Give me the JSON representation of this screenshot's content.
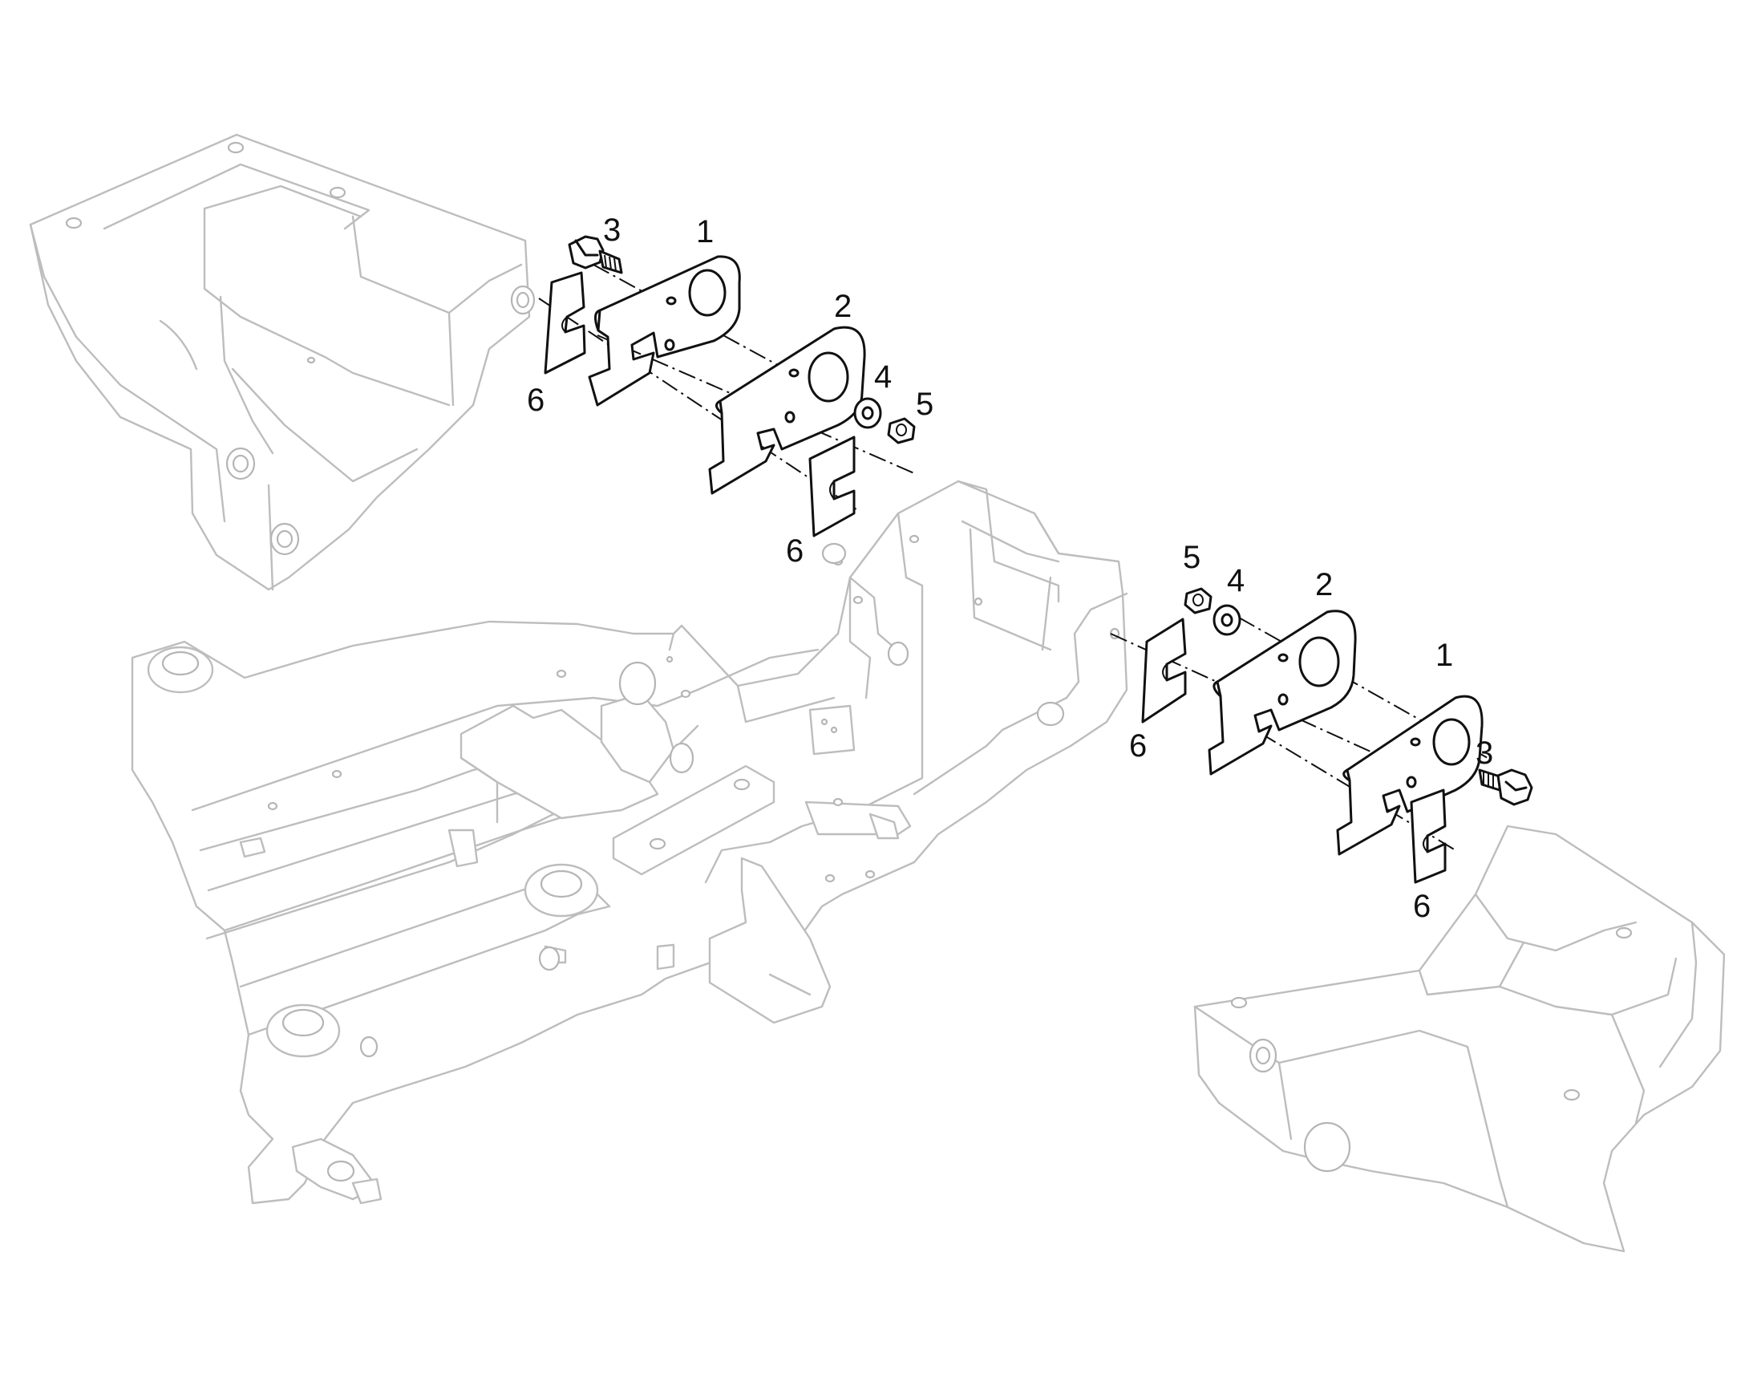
{
  "colors": {
    "outline": "#bdbdbd",
    "part": "#111111",
    "background": "#ffffff"
  },
  "callouts": {
    "left": {
      "plate": "1",
      "spacer": "2",
      "bolt": "3",
      "washer": "4",
      "nut": "5",
      "shim_outer": "6",
      "shim_inner": "6"
    },
    "right": {
      "plate": "1",
      "spacer": "2",
      "bolt": "3",
      "washer": "4",
      "nut": "5",
      "shim_inner": "6",
      "shim_outer": "6"
    }
  }
}
